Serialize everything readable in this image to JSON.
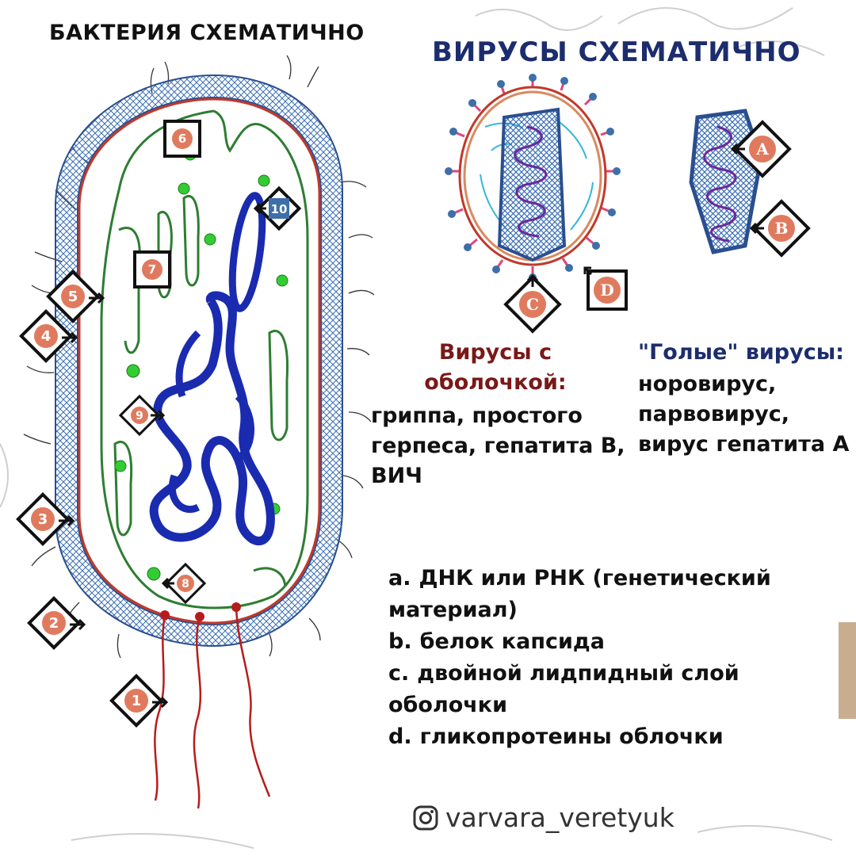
{
  "bacteria": {
    "title": "БАКТЕРИЯ СХЕМАТИЧНО",
    "markers": [
      "1",
      "2",
      "3",
      "4",
      "5",
      "6",
      "7",
      "8",
      "9",
      "10"
    ]
  },
  "viruses": {
    "title": "ВИРУСЫ СХЕМАТИЧНО",
    "markers": [
      "A",
      "B",
      "C",
      "D"
    ],
    "enveloped": {
      "heading": [
        "Вирусы с",
        "оболочкой:"
      ],
      "examples": [
        "гриппа, простого",
        "герпеса, гепатита В,",
        "ВИЧ"
      ]
    },
    "naked": {
      "heading": "\"Голые\" вирусы:",
      "examples": [
        "норовирус,",
        "парвовирус,",
        "вирус гепатита А"
      ]
    }
  },
  "legend": [
    {
      "letter": "a.",
      "lines": [
        "ДНК или РНК (генетический",
        "материал)"
      ]
    },
    {
      "letter": "b.",
      "lines": [
        "белок капсида"
      ]
    },
    {
      "letter": "c.",
      "lines": [
        "двойной лидпидный слой",
        "оболочки"
      ]
    },
    {
      "letter": "d.",
      "lines": [
        "гликопротеины облочки"
      ]
    }
  ],
  "footer": {
    "handle": "varvara_veretyuk",
    "icon": "instagram-icon"
  },
  "colors": {
    "marker_fill": "#e07a5f",
    "marker_blue": "#3d6fa8",
    "cell_wall": "#3b6fb6",
    "membrane": "#c0392b",
    "er_green": "#2e7d32",
    "dna_blue": "#1a2bb0",
    "flagella": "#b71c1c",
    "virus_title": "#1c2d6e",
    "enveloped_head": "#7a1818",
    "accent_tab": "#c8ad8f"
  }
}
